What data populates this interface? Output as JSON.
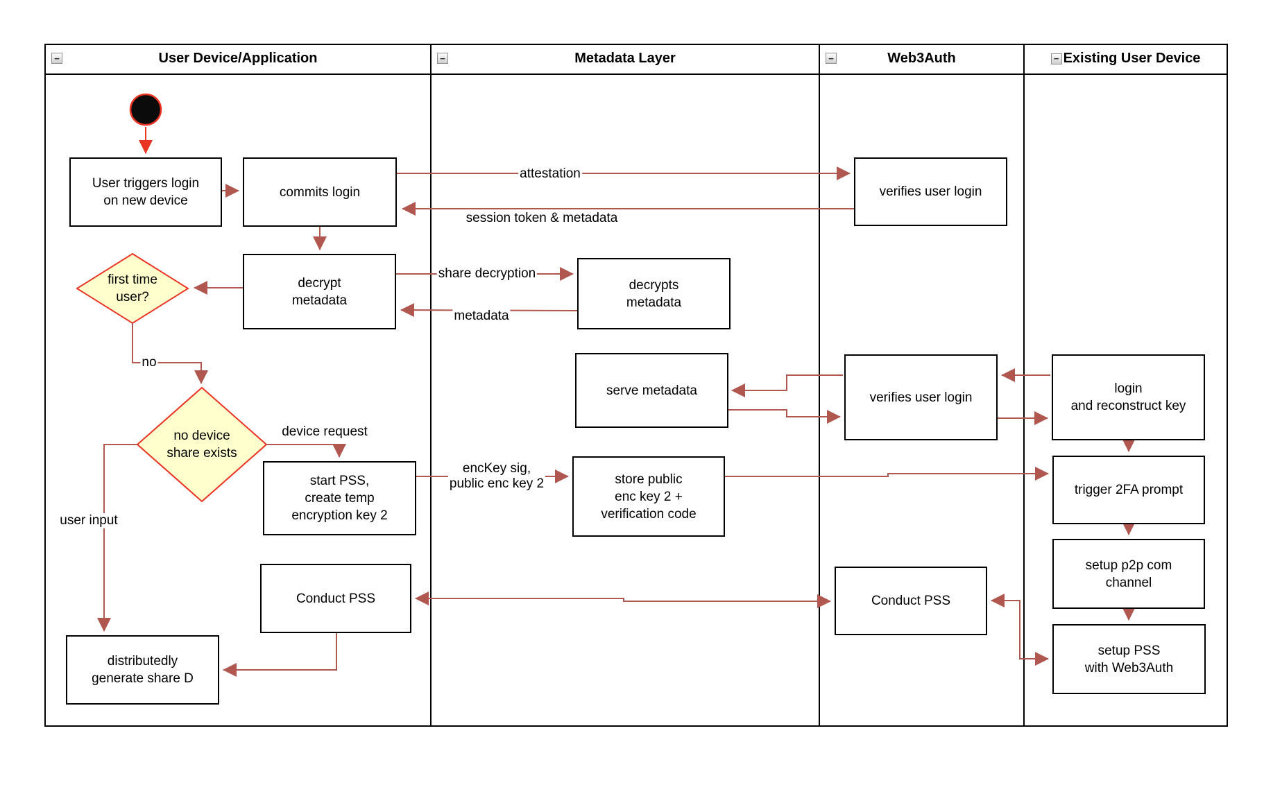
{
  "lanes": [
    {
      "title": "User Device/Application"
    },
    {
      "title": "Metadata Layer"
    },
    {
      "title": "Web3Auth"
    },
    {
      "title": "Existing User Device"
    }
  ],
  "collapse_glyph": "−",
  "nodes": {
    "user_triggers": {
      "label": "User triggers login\non new device"
    },
    "commits_login": {
      "label": "commits login"
    },
    "decrypt_metadata": {
      "label": "decrypt\nmetadata"
    },
    "first_time_user": {
      "label": "first time\nuser?"
    },
    "no_device_share": {
      "label": "no device\nshare exists"
    },
    "start_pss": {
      "label": "start PSS,\ncreate temp\nencryption key 2"
    },
    "conduct_pss_user": {
      "label": "Conduct PSS"
    },
    "generate_share_d": {
      "label": "distributedly\ngenerate share D"
    },
    "decrypts_metadata": {
      "label": "decrypts\nmetadata"
    },
    "serve_metadata": {
      "label": "serve metadata"
    },
    "store_public_key": {
      "label": "store public\nenc key 2 +\nverification code"
    },
    "verifies_login_top": {
      "label": "verifies user login"
    },
    "verifies_login_mid": {
      "label": "verifies user login"
    },
    "conduct_pss_w3a": {
      "label": "Conduct PSS"
    },
    "login_reconstruct": {
      "label": "login\nand reconstruct key"
    },
    "trigger_2fa": {
      "label": "trigger 2FA prompt"
    },
    "p2p_channel": {
      "label": "setup p2p com\nchannel"
    },
    "setup_pss": {
      "label": "setup PSS\nwith Web3Auth"
    }
  },
  "edge_labels": {
    "attestation": "attestation",
    "session_token": "session token & metadata",
    "share_decryption": "share decryption",
    "metadata": "metadata",
    "no": "no",
    "device_request": "device request",
    "user_input": "user input",
    "enckey": "encKey sig,\npublic enc key 2"
  },
  "colors": {
    "connector": "#b05750",
    "accent_red": "#e93323",
    "decision_fill": "#ffffce",
    "node_border": "#000000"
  }
}
